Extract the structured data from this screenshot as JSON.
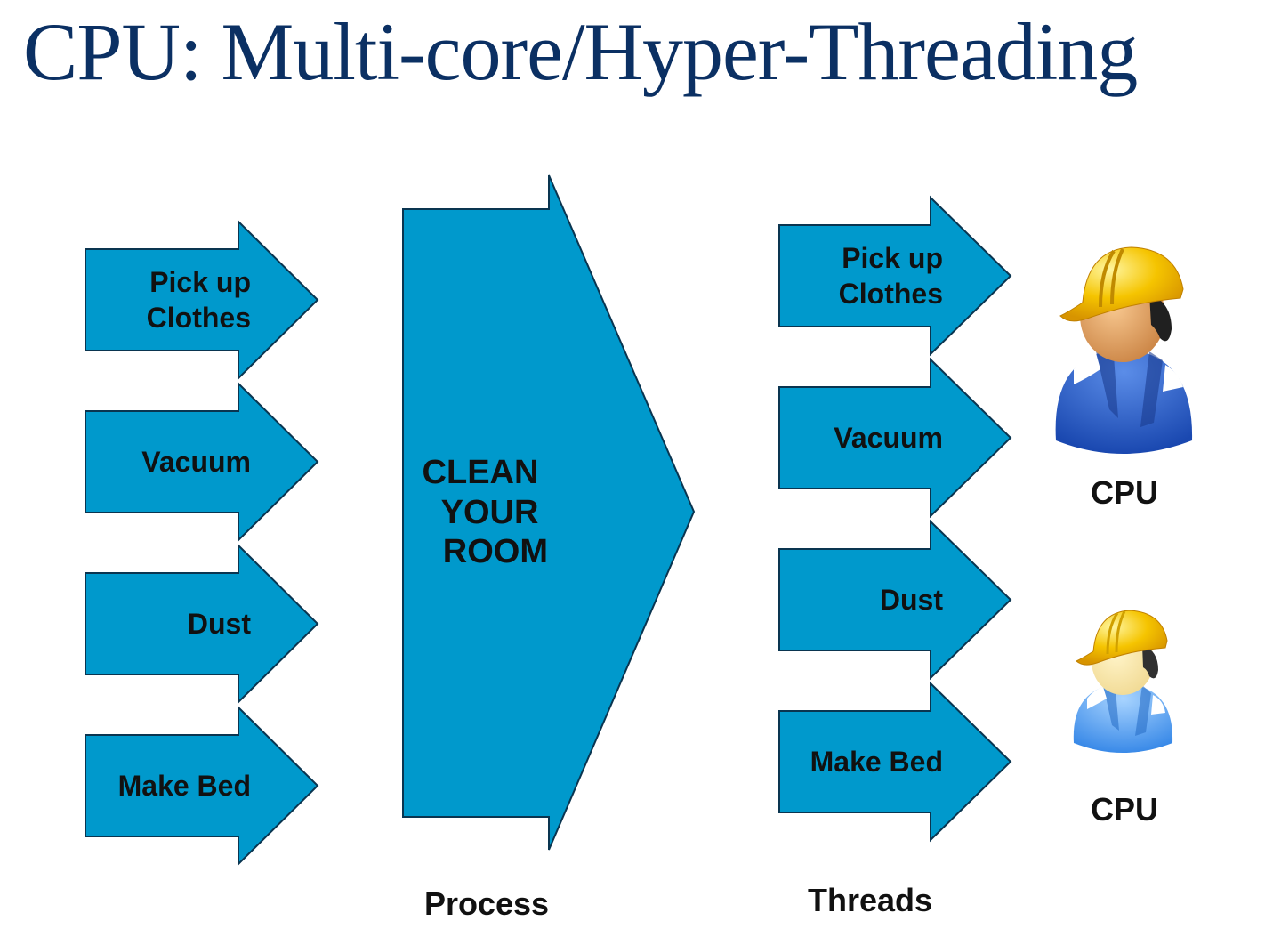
{
  "title": "CPU: Multi-core/Hyper-Threading",
  "colors": {
    "title": "#0b3063",
    "arrow_fill": "#0099cc",
    "arrow_stroke": "#0a3550",
    "text": "#111111"
  },
  "left_tasks": [
    {
      "lines": [
        "Pick up",
        "Clothes"
      ]
    },
    {
      "lines": [
        "Vacuum"
      ]
    },
    {
      "lines": [
        "Dust"
      ]
    },
    {
      "lines": [
        "Make Bed"
      ]
    }
  ],
  "process": {
    "lines": [
      "CLEAN",
      "YOUR",
      "ROOM"
    ],
    "caption": "Process"
  },
  "threads": {
    "items": [
      {
        "lines": [
          "Pick up",
          "Clothes"
        ]
      },
      {
        "lines": [
          "Vacuum"
        ]
      },
      {
        "lines": [
          "Dust"
        ]
      },
      {
        "lines": [
          "Make Bed"
        ]
      }
    ],
    "caption": "Threads"
  },
  "workers": [
    {
      "icon": "construction-worker-icon",
      "label": "CPU"
    },
    {
      "icon": "construction-worker-icon",
      "label": "CPU"
    }
  ]
}
